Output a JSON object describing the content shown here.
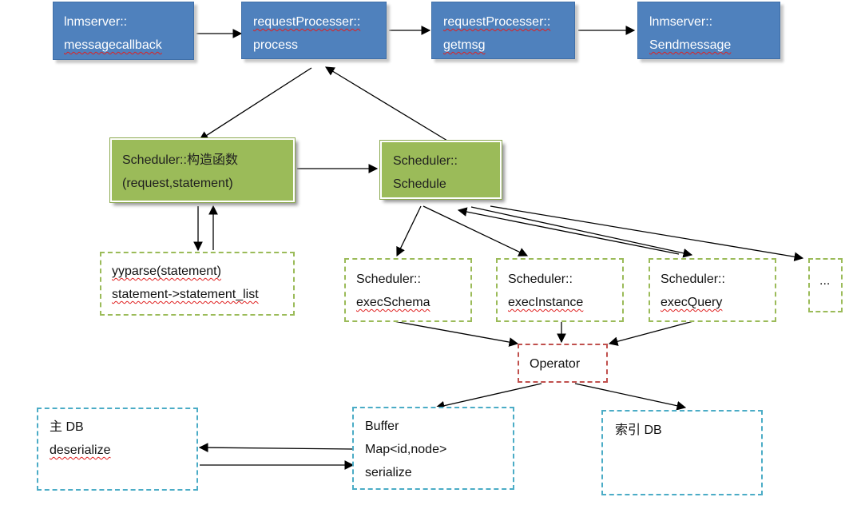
{
  "top_row": {
    "msgcb": {
      "line1": "lnmserver::",
      "line2": "messagecallback"
    },
    "process": {
      "line1": "requestProcesser::",
      "line2": "process"
    },
    "getmsg": {
      "line1": "requestProcesser::",
      "line2": "getmsg"
    },
    "send": {
      "line1": "lnmserver::",
      "line2": "Sendmessage"
    }
  },
  "scheduler": {
    "ctor": {
      "line1": "Scheduler::构造函数",
      "line2": "(request,statement)"
    },
    "schedule": {
      "line1": "Scheduler::",
      "line2": "Schedule"
    }
  },
  "parser": {
    "line1": "yyparse(statement)",
    "line2": "statement->statement_list"
  },
  "exec": {
    "schema": {
      "line1": "Scheduler::",
      "line2": "execSchema"
    },
    "instance": {
      "line1": "Scheduler::",
      "line2": "execInstance"
    },
    "query": {
      "line1": "Scheduler::",
      "line2": "execQuery"
    },
    "more": "..."
  },
  "operator": "Operator",
  "storage": {
    "main_db": {
      "line1": "主 DB",
      "line2": "deserialize"
    },
    "buffer": {
      "line1": "Buffer",
      "line2": "Map<id,node>",
      "line3": "serialize"
    },
    "index_db": "索引 DB"
  },
  "colors": {
    "blue_box": "#4f81bd",
    "green_box": "#9bbb59",
    "green_dashed": "#9bbb59",
    "red_dashed": "#c0504d",
    "cyan_dashed": "#4bacc6",
    "spellcheck_underline": "#e02020"
  }
}
